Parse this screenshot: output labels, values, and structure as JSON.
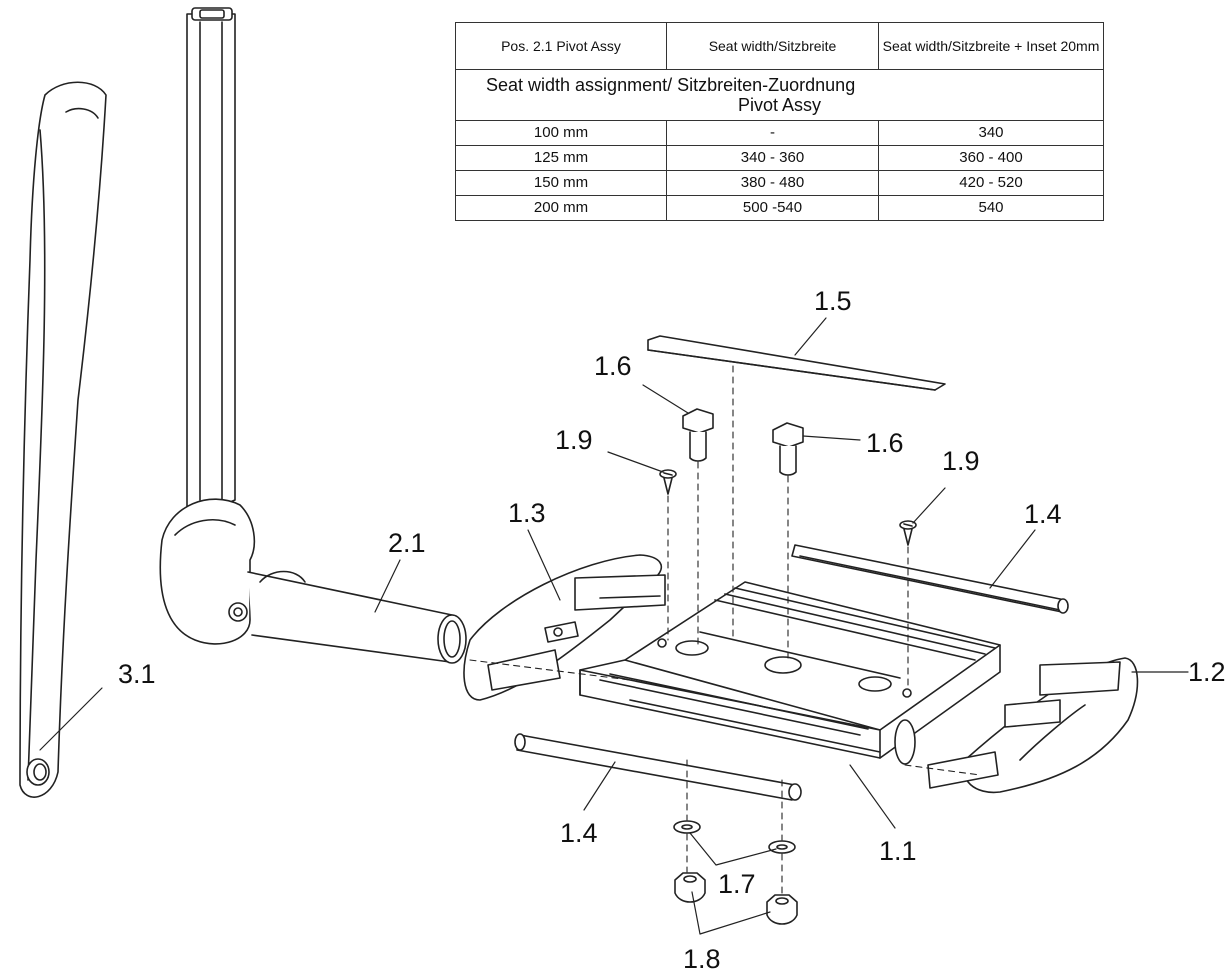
{
  "table": {
    "title": "Seat width assignment/ Sitzbreiten-Zuordnung",
    "subtitle": "Pivot Assy",
    "headers": [
      "Pos. 2.1 Pivot Assy",
      "Seat width/Sitzbreite",
      "Seat width/Sitzbreite + Inset 20mm"
    ],
    "rows": [
      [
        "100 mm",
        "-",
        "340"
      ],
      [
        "125 mm",
        "340 - 360",
        "360 - 400"
      ],
      [
        "150 mm",
        "380 - 480",
        "420 - 520"
      ],
      [
        "200 mm",
        "500 -540",
        "540"
      ]
    ]
  },
  "part_labels": {
    "p1_1": "1.1",
    "p1_2": "1.2",
    "p1_3": "1.3",
    "p1_4a": "1.4",
    "p1_4b": "1.4",
    "p1_5": "1.5",
    "p1_6a": "1.6",
    "p1_6b": "1.6",
    "p1_7": "1.7",
    "p1_8": "1.8",
    "p1_9a": "1.9",
    "p1_9b": "1.9",
    "p2_1": "2.1",
    "p3_1": "3.1"
  }
}
